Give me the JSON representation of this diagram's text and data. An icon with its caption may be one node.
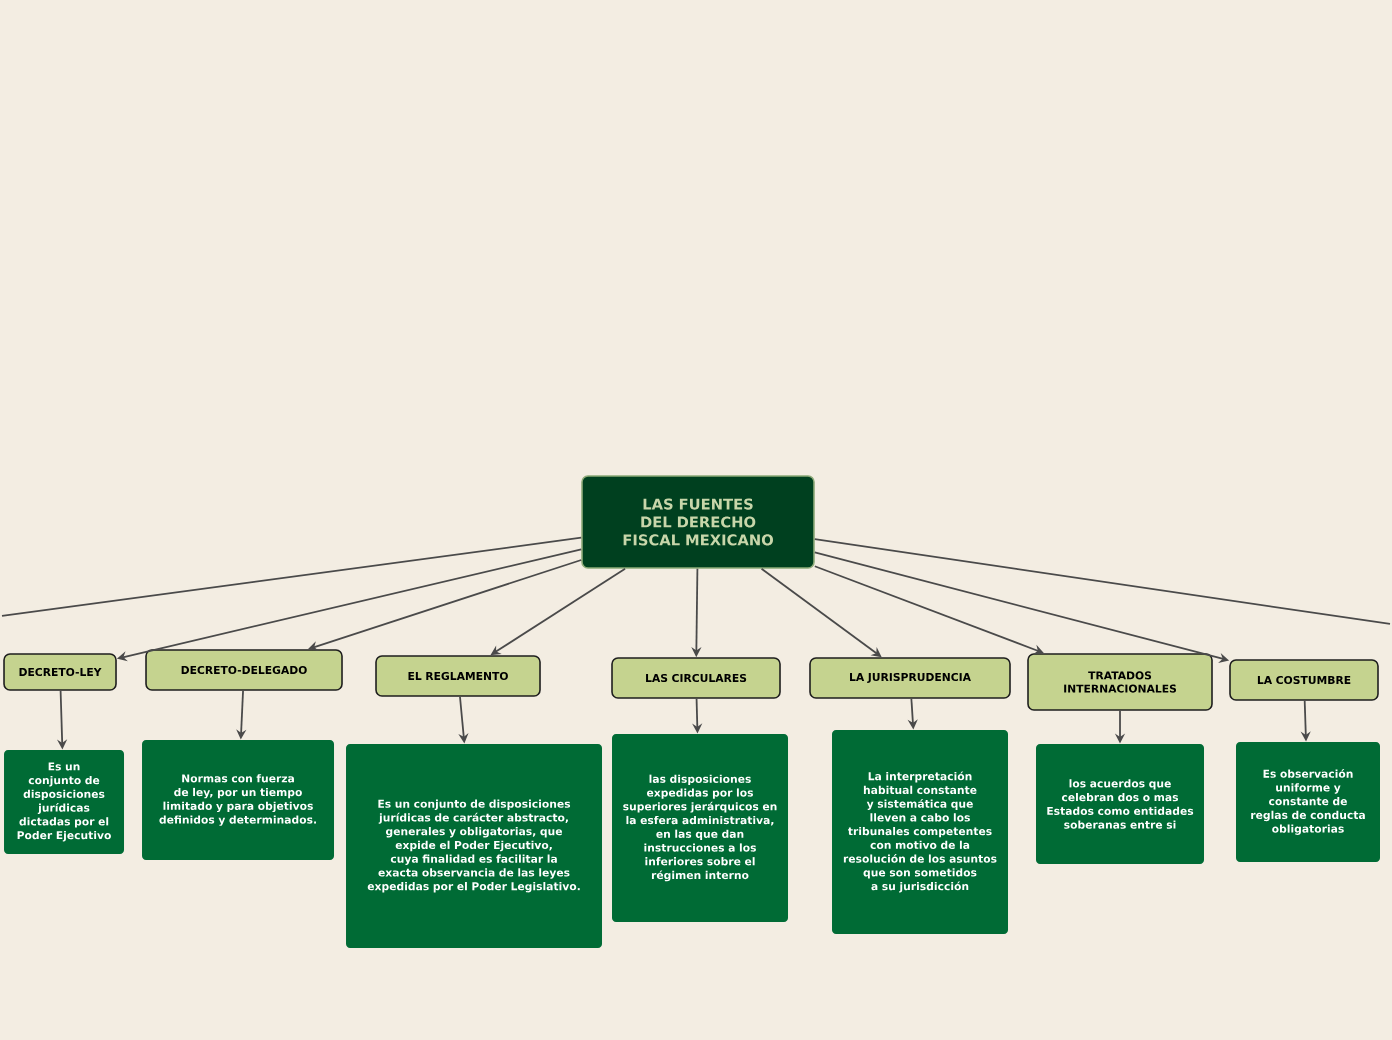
{
  "diagram": {
    "nodes": [
      {
        "text": [
          "LAS FUENTES DEL DERECHO FISCAL MEXICANO"
        ]
      },
      {
        "text": [
          "DECRETO-LEY"
        ]
      },
      {
        "text": [
          "Es un conjunto de disposiciones jurídicas dictadas por el Poder Ejecutivo"
        ]
      },
      {
        "text": [
          "DECRETO-DELEGADO"
        ]
      },
      {
        "text": [
          "Normas con fuerza de ley, por un tiempo limitado y para objetivos definidos y determinados."
        ]
      },
      {
        "text": [
          "EL REGLAMENTO"
        ]
      },
      {
        "text": [
          "Es un conjunto de disposiciones jurídicas de carácter abstracto, generales y obligatorias, que expide el Poder Ejecutivo, cuya finalidad es facilitar la exacta observancia de las leyes expedidas por el Poder Legislativo."
        ]
      },
      {
        "text": [
          "LAS CIRCULARES"
        ]
      },
      {
        "text": [
          "las disposiciones expedidas por los superiores jerárquicos en la esfera administrativa, en las que dan instrucciones a los inferiores sobre el régimen interno"
        ]
      },
      {
        "text": [
          "LA JURISPRUDENCIA"
        ]
      },
      {
        "text": [
          "La interpretación habitual constante y sistemática que lleven a cabo los tribunales competentes con motivo de la resolución de los asuntos que son sometidos a su jurisdicción"
        ]
      },
      {
        "text": [
          "TRATADOS INTERNACIONALES"
        ]
      },
      {
        "text": [
          "los acuerdos que celebran dos o mas Estados como entidades soberanas entre si"
        ]
      },
      {
        "text": [
          "LA COSTUMBRE"
        ]
      },
      {
        "text": [
          "Es observación uniforme y constante de reglas de conducta obligatorias"
        ]
      }
    ],
    "edges": [
      {
        "from": 0,
        "to": 1,
        "arrow": "to"
      },
      {
        "from": 0,
        "to": 3,
        "arrow": "to"
      },
      {
        "from": 0,
        "to": 5,
        "arrow": "to"
      },
      {
        "from": 0,
        "to": 7,
        "arrow": "to"
      },
      {
        "from": 0,
        "to": 9,
        "arrow": "to"
      },
      {
        "from": 0,
        "to": 11,
        "arrow": "to"
      },
      {
        "from": 0,
        "to": 13,
        "arrow": "to"
      },
      {
        "from": 0,
        "to": null,
        "arrow": "none"
      },
      {
        "from": 0,
        "to": null,
        "arrow": "none"
      },
      {
        "from": 1,
        "to": 2,
        "arrow": "to"
      },
      {
        "from": 3,
        "to": 4,
        "arrow": "to"
      },
      {
        "from": 5,
        "to": 6,
        "arrow": "to"
      },
      {
        "from": 7,
        "to": 8,
        "arrow": "to"
      },
      {
        "from": 9,
        "to": 10,
        "arrow": "to"
      },
      {
        "from": 11,
        "to": 12,
        "arrow": "to"
      },
      {
        "from": 13,
        "to": 14,
        "arrow": "to"
      }
    ]
  }
}
